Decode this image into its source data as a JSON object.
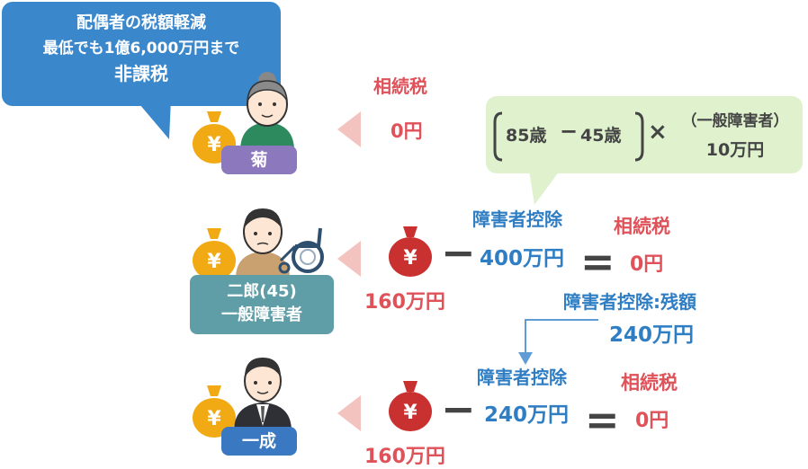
{
  "bubble": {
    "line1": "配偶者の税額軽減",
    "line2": "最低でも1億6,000万円まで",
    "line3": "非課税"
  },
  "formula": {
    "age_high": "85歳",
    "minus": "−",
    "age_low": "45歳",
    "times": "×",
    "category": "（一般障害者）",
    "amount": "10万円"
  },
  "yen_symbol": "¥",
  "kiku": {
    "name": "菊",
    "tax_label": "相続税",
    "tax_value": "0円"
  },
  "jiro": {
    "name_line1": "二郎(45)",
    "name_line2": "一般障害者",
    "inheritance": "160万円",
    "deduction_label": "障害者控除",
    "deduction_value": "400万円",
    "minus": "−",
    "equals": "=",
    "tax_label": "相続税",
    "tax_value": "0円",
    "remaining_label": "障害者控除:残額",
    "remaining_value": "240万円"
  },
  "kazunari": {
    "name": "一成",
    "inheritance": "160万円",
    "deduction_label": "障害者控除",
    "deduction_value": "240万円",
    "minus": "−",
    "equals": "=",
    "tax_label": "相続税",
    "tax_value": "0円"
  },
  "colors": {
    "red": "#e0525a",
    "blue": "#2f7ec4",
    "bag_gold": "#f1a914",
    "bag_red": "#c8312f",
    "arrow_pink": "#f3c3c0"
  }
}
